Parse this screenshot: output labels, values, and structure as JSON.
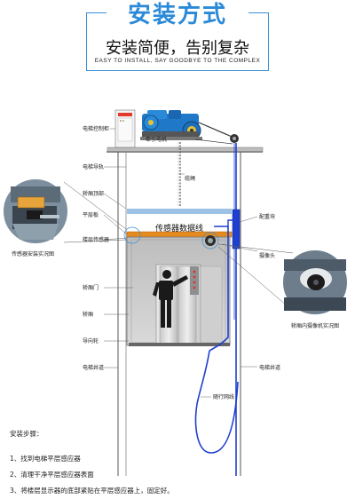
{
  "header": {
    "title": "安装方式",
    "subtitle": "安装简便，告别复杂",
    "tagline": "EASY TO INSTALL, SAY GOODBYE TO THE COMPLEX"
  },
  "labels": {
    "control_cabinet": "电梯控制柜",
    "traction_motor": "牵引电机",
    "guide_rail": "电梯导轨",
    "car_top": "轿厢顶部",
    "steel_cable": "缆绳",
    "counterweight": "配重块",
    "level_plate": "平层板",
    "floor_sensor": "楼层传感器",
    "sensor_data_line": "传感器数据线",
    "camera": "摄像头",
    "car_door": "轿厢门",
    "car": "轿厢",
    "guide_wheel": "导向轮",
    "shaft_left": "电梯井道",
    "shaft_right": "电梯井道",
    "traveling_cable": "随行网线",
    "sensor_photo_caption": "传感器安装实况图",
    "camera_photo_caption": "轿厢内摄像机实况图"
  },
  "steps": {
    "title": "安装步骤：",
    "items": [
      "1、找到电梯平层感应器",
      "2、清理干净平层感应器表面",
      "3、将楼层显示器的底部紧贴在平层感应器上，固定好。"
    ]
  },
  "colors": {
    "accent": "#2a8ad8",
    "cable": "#1e3fd0",
    "motor": "#1f78c8",
    "car_panel": "#d7d7d7",
    "sensor_bar": "#e48a1f"
  }
}
